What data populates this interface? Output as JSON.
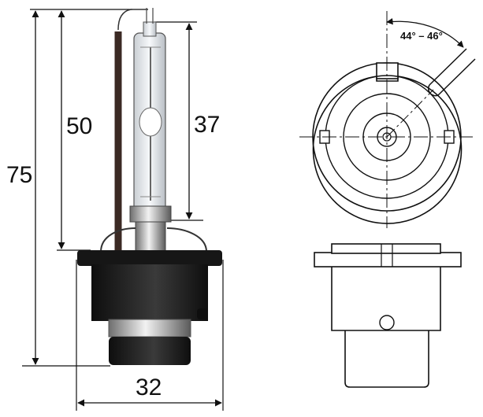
{
  "dimensions": {
    "total_height": "75",
    "base_to_tip_height": "50",
    "glass_height": "37",
    "base_width": "32"
  },
  "angle_label": "44° – 46°",
  "colors": {
    "ink": "#111111",
    "base": "#1a1a1a",
    "metal": "#bdbdbd",
    "glass": "#eef1f4"
  }
}
